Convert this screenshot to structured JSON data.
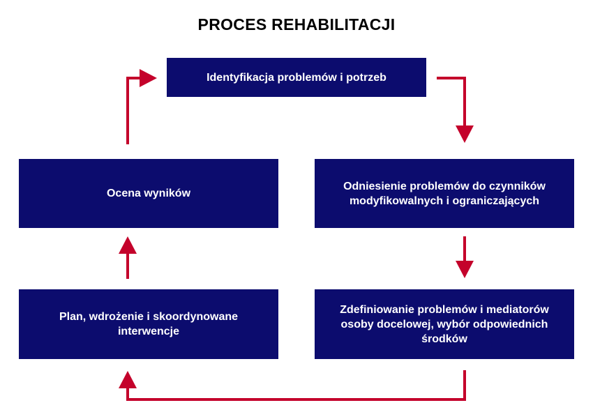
{
  "title": "PROCES REHABILITACJI",
  "colors": {
    "box_fill": "#0c0c6e",
    "box_text": "#ffffff",
    "arrow": "#c4022b"
  },
  "steps": [
    {
      "label": "Identyfikacja problemów i potrzeb"
    },
    {
      "label": "Odniesienie problemów do czynników\nmodyfikowalnych i ograniczających"
    },
    {
      "label": "Zdefiniowanie problemów i mediatorów\nosoby docelowej, wybór odpowiednich\nśrodków"
    },
    {
      "label": "Plan, wdrożenie i skoordynowane\ninterwencje"
    },
    {
      "label": "Ocena wyników"
    }
  ]
}
